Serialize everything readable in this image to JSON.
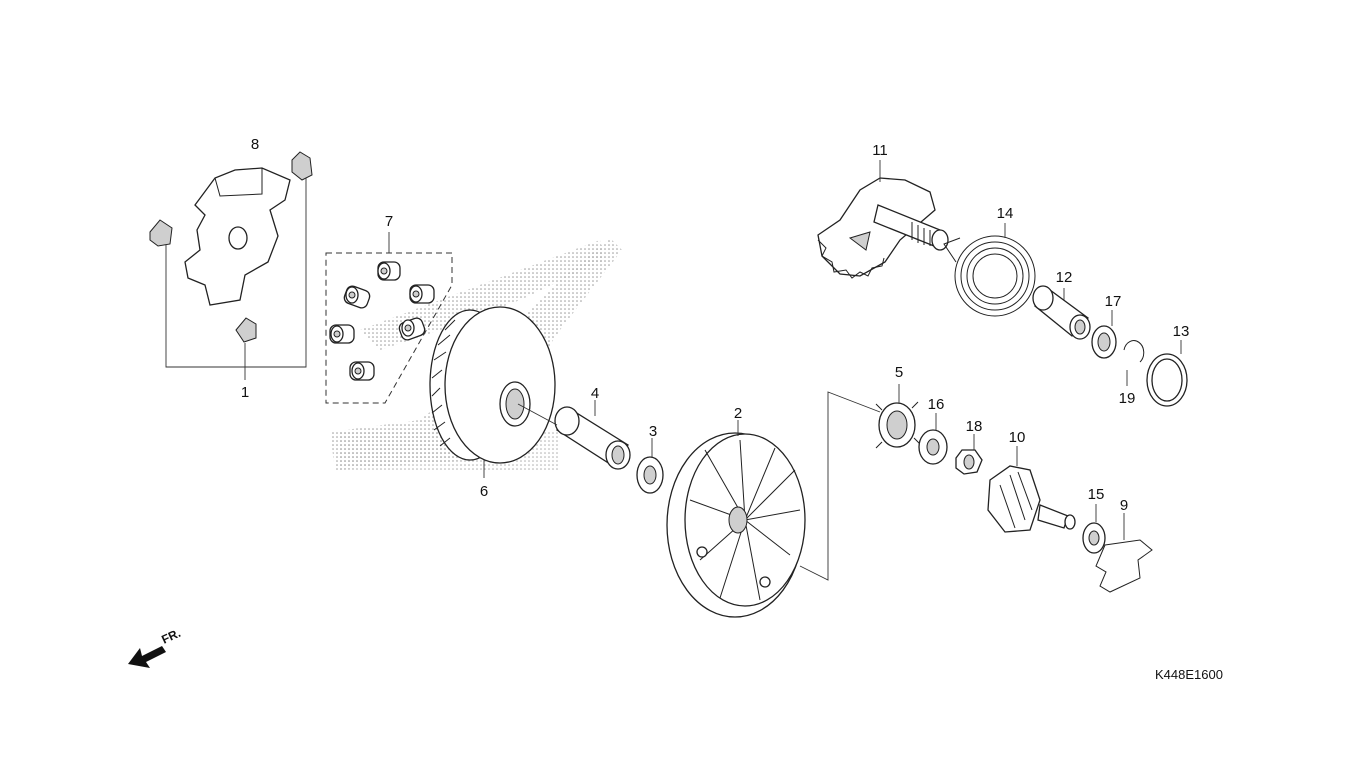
{
  "diagram": {
    "callouts": {
      "p1": "1",
      "p2": "2",
      "p3": "3",
      "p4": "4",
      "p5": "5",
      "p6": "6",
      "p7": "7",
      "p8": "8",
      "p9": "9",
      "p10": "10",
      "p11": "11",
      "p12": "12",
      "p13": "13",
      "p14": "14",
      "p15": "15",
      "p16": "16",
      "p17": "17",
      "p18": "18",
      "p19": "19"
    },
    "front_arrow_label": "FR.",
    "drawing_code": "K448E1600"
  }
}
